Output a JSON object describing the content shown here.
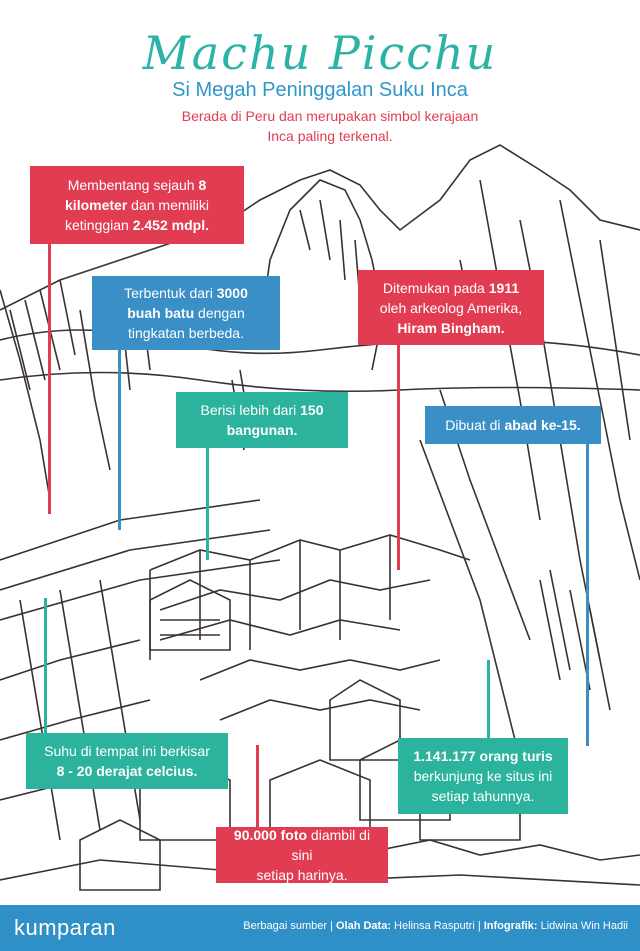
{
  "header": {
    "title": "Machu Picchu",
    "subtitle": "Si Megah Peninggalan Suku Inca",
    "description_line1": "Berada di Peru dan merupakan simbol kerajaan",
    "description_line2": "Inca paling terkenal."
  },
  "facts": {
    "distance": {
      "l1a": "Membentang sejauh ",
      "l1b": "8",
      "l2a": "kilometer",
      "l2b": " dan memiliki",
      "l3a": "ketinggian ",
      "l3b": "2.452 mdpl."
    },
    "stones": {
      "l1a": "Terbentuk dari ",
      "l1b": "3000",
      "l2a": "buah batu",
      "l2b": " dengan",
      "l3": "tingkatan berbeda."
    },
    "discovery": {
      "l1a": "Ditemukan pada ",
      "l1b": "1911",
      "l2": "oleh arkeolog Amerika,",
      "l3": "Hiram Bingham."
    },
    "buildings": {
      "l1a": "Berisi lebih dari ",
      "l1b": "150",
      "l2": "bangunan."
    },
    "century": {
      "l1a": "Dibuat di ",
      "l1b": "abad ke-15."
    },
    "temperature": {
      "l1": "Suhu di tempat ini berkisar",
      "l2": "8 - 20 derajat celcius."
    },
    "tourists": {
      "l1": "1.141.177 orang turis",
      "l2": "berkunjung ke situs ini",
      "l3": "setiap tahunnya."
    },
    "photos": {
      "l1a": "90.000 foto",
      "l1b": " diambil di sini",
      "l2": "setiap harinya."
    }
  },
  "footer": {
    "logo": "kumparan",
    "source": "Berbagai sumber | ",
    "data_label": "Olah Data:",
    "data_value": " Helinsa Rasputri | ",
    "graphic_label": "Infografik:",
    "graphic_value": " Lidwina Win Hadii"
  },
  "colors": {
    "red": "#e23c52",
    "blue": "#3a8fc6",
    "teal": "#2bb39d",
    "title": "#2bb3a6",
    "footer": "#2f8fc7"
  }
}
